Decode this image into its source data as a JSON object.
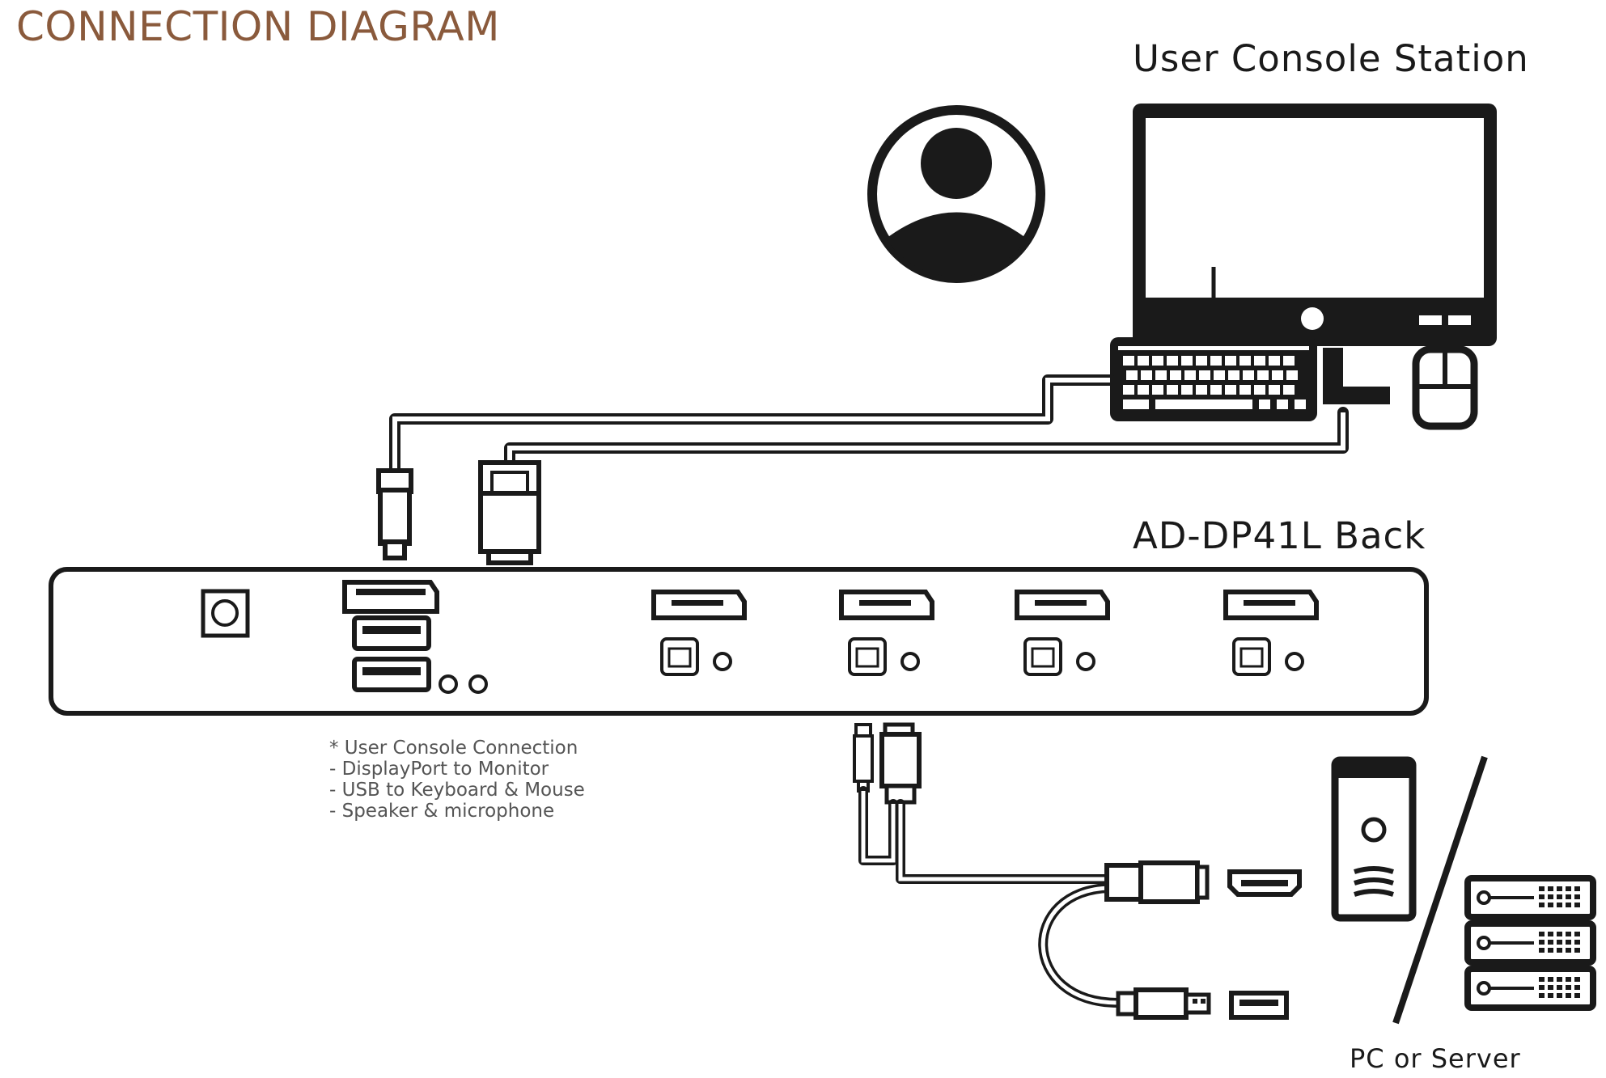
{
  "title": "CONNECTION DIAGRAM",
  "console_label": "User Console Station",
  "device_label": "AD-DP41L Back",
  "notes": [
    "* User Console Connection",
    "- DisplayPort to Monitor",
    "- USB to Keyboard & Mouse",
    "- Speaker & microphone"
  ],
  "pc_label": "PC or Server",
  "colors": {
    "title": "#8a5a3c",
    "ink": "#1a1a1a",
    "note": "#555555"
  },
  "icons": {
    "user": "user-avatar-icon",
    "monitor": "monitor-icon",
    "keyboard": "keyboard-icon",
    "mouse": "mouse-icon",
    "tower": "pc-tower-icon",
    "server": "server-rack-icon"
  }
}
